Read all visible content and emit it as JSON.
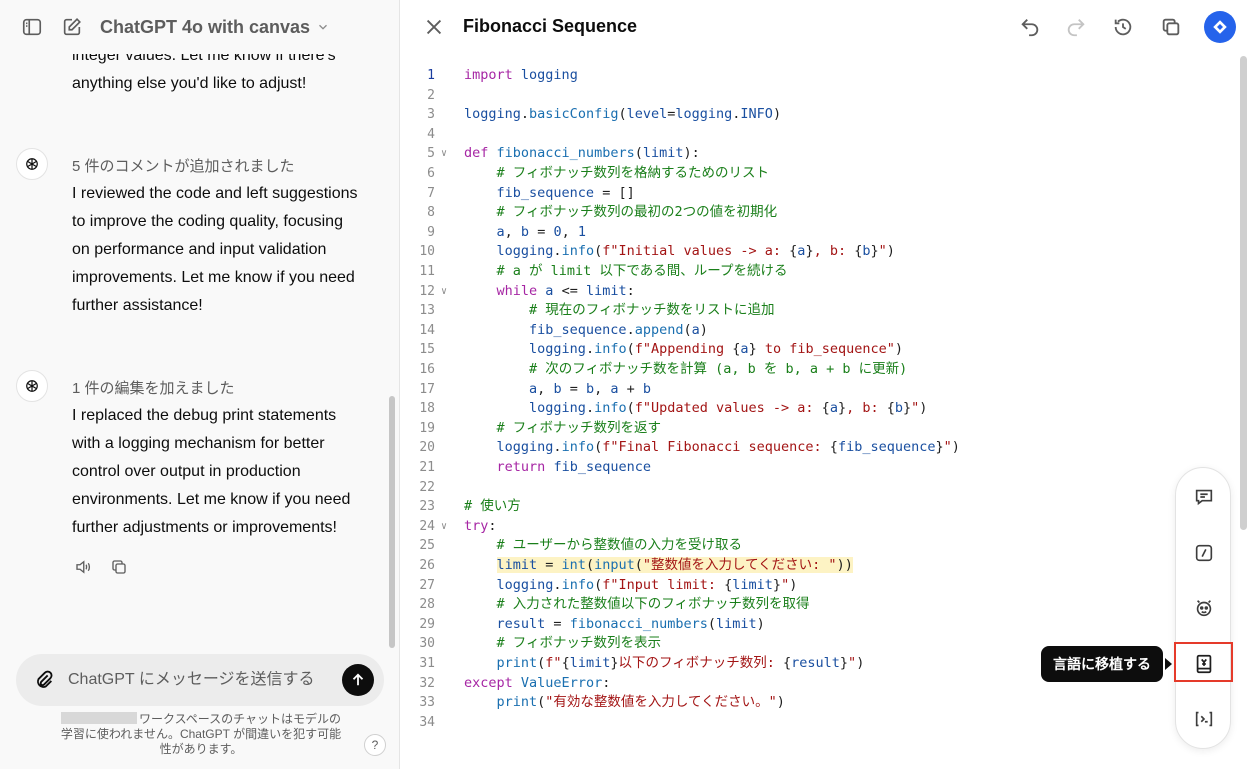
{
  "header": {
    "model_title": "ChatGPT 4o with canvas"
  },
  "chat": {
    "messages": [
      {
        "lines": [
          "integer values. Let me know if there's",
          "anything else you'd like to adjust!"
        ]
      },
      {
        "header": "5 件のコメントが追加されました",
        "lines": [
          "I reviewed the code and left suggestions",
          "to improve the coding quality, focusing",
          "on performance and input validation",
          "improvements. Let me know if you need",
          "further assistance!"
        ]
      },
      {
        "header": "1 件の編集を加えました",
        "lines": [
          "I replaced the debug print statements",
          "with a logging mechanism for better",
          "control over output in production",
          "environments. Let me know if you need",
          "further adjustments or improvements!"
        ]
      }
    ]
  },
  "composer": {
    "placeholder": "ChatGPT にメッセージを送信する"
  },
  "disclaimer": "ワークスペースのチャットはモデルの学習に使われません。ChatGPT が間違いを犯す可能性があります。",
  "help_label": "?",
  "canvas": {
    "title": "Fibonacci Sequence"
  },
  "code": {
    "active_line": 1,
    "highlight_line": 26,
    "fold_lines": [
      5,
      12,
      24
    ],
    "colors": {
      "keyword": "#a626a4",
      "func": "#1a6fb0",
      "string": "#a31515",
      "comment": "#1a7f1a",
      "var": "#1a4fa0",
      "text": "#1f1f1f",
      "const": "#1a4fa0"
    },
    "lines": [
      [
        [
          "keyword",
          "import"
        ],
        [
          "text",
          " "
        ],
        [
          "var",
          "logging"
        ]
      ],
      [],
      [
        [
          "var",
          "logging"
        ],
        [
          "text",
          "."
        ],
        [
          "func",
          "basicConfig"
        ],
        [
          "text",
          "("
        ],
        [
          "var",
          "level"
        ],
        [
          "text",
          "="
        ],
        [
          "var",
          "logging"
        ],
        [
          "text",
          "."
        ],
        [
          "const",
          "INFO"
        ],
        [
          "text",
          ")"
        ]
      ],
      [],
      [
        [
          "keyword",
          "def"
        ],
        [
          "text",
          " "
        ],
        [
          "func",
          "fibonacci_numbers"
        ],
        [
          "text",
          "("
        ],
        [
          "var",
          "limit"
        ],
        [
          "text",
          "):"
        ]
      ],
      [
        [
          "text",
          "    "
        ],
        [
          "comment",
          "# フィボナッチ数列を格納するためのリスト"
        ]
      ],
      [
        [
          "text",
          "    "
        ],
        [
          "var",
          "fib_sequence"
        ],
        [
          "text",
          " = []"
        ]
      ],
      [
        [
          "text",
          "    "
        ],
        [
          "comment",
          "# フィボナッチ数列の最初の2つの値を初期化"
        ]
      ],
      [
        [
          "text",
          "    "
        ],
        [
          "var",
          "a"
        ],
        [
          "text",
          ", "
        ],
        [
          "var",
          "b"
        ],
        [
          "text",
          " = "
        ],
        [
          "var",
          "0"
        ],
        [
          "text",
          ", "
        ],
        [
          "var",
          "1"
        ]
      ],
      [
        [
          "text",
          "    "
        ],
        [
          "var",
          "logging"
        ],
        [
          "text",
          "."
        ],
        [
          "func",
          "info"
        ],
        [
          "text",
          "("
        ],
        [
          "string",
          "f\"Initial values -> a: "
        ],
        [
          "text",
          "{"
        ],
        [
          "var",
          "a"
        ],
        [
          "text",
          "}"
        ],
        [
          "string",
          ", b: "
        ],
        [
          "text",
          "{"
        ],
        [
          "var",
          "b"
        ],
        [
          "text",
          "}"
        ],
        [
          "string",
          "\""
        ],
        [
          "text",
          ")"
        ]
      ],
      [
        [
          "text",
          "    "
        ],
        [
          "comment",
          "# a が limit 以下である間、ループを続ける"
        ]
      ],
      [
        [
          "text",
          "    "
        ],
        [
          "keyword",
          "while"
        ],
        [
          "text",
          " "
        ],
        [
          "var",
          "a"
        ],
        [
          "text",
          " <= "
        ],
        [
          "var",
          "limit"
        ],
        [
          "text",
          ":"
        ]
      ],
      [
        [
          "text",
          "        "
        ],
        [
          "comment",
          "# 現在のフィボナッチ数をリストに追加"
        ]
      ],
      [
        [
          "text",
          "        "
        ],
        [
          "var",
          "fib_sequence"
        ],
        [
          "text",
          "."
        ],
        [
          "func",
          "append"
        ],
        [
          "text",
          "("
        ],
        [
          "var",
          "a"
        ],
        [
          "text",
          ")"
        ]
      ],
      [
        [
          "text",
          "        "
        ],
        [
          "var",
          "logging"
        ],
        [
          "text",
          "."
        ],
        [
          "func",
          "info"
        ],
        [
          "text",
          "("
        ],
        [
          "string",
          "f\"Appending "
        ],
        [
          "text",
          "{"
        ],
        [
          "var",
          "a"
        ],
        [
          "text",
          "}"
        ],
        [
          "string",
          " to fib_sequence\""
        ],
        [
          "text",
          ")"
        ]
      ],
      [
        [
          "text",
          "        "
        ],
        [
          "comment",
          "# 次のフィボナッチ数を計算 (a, b を b, a + b に更新)"
        ]
      ],
      [
        [
          "text",
          "        "
        ],
        [
          "var",
          "a"
        ],
        [
          "text",
          ", "
        ],
        [
          "var",
          "b"
        ],
        [
          "text",
          " = "
        ],
        [
          "var",
          "b"
        ],
        [
          "text",
          ", "
        ],
        [
          "var",
          "a"
        ],
        [
          "text",
          " + "
        ],
        [
          "var",
          "b"
        ]
      ],
      [
        [
          "text",
          "        "
        ],
        [
          "var",
          "logging"
        ],
        [
          "text",
          "."
        ],
        [
          "func",
          "info"
        ],
        [
          "text",
          "("
        ],
        [
          "string",
          "f\"Updated values -> a: "
        ],
        [
          "text",
          "{"
        ],
        [
          "var",
          "a"
        ],
        [
          "text",
          "}"
        ],
        [
          "string",
          ", b: "
        ],
        [
          "text",
          "{"
        ],
        [
          "var",
          "b"
        ],
        [
          "text",
          "}"
        ],
        [
          "string",
          "\""
        ],
        [
          "text",
          ")"
        ]
      ],
      [
        [
          "text",
          "    "
        ],
        [
          "comment",
          "# フィボナッチ数列を返す"
        ]
      ],
      [
        [
          "text",
          "    "
        ],
        [
          "var",
          "logging"
        ],
        [
          "text",
          "."
        ],
        [
          "func",
          "info"
        ],
        [
          "text",
          "("
        ],
        [
          "string",
          "f\"Final Fibonacci sequence: "
        ],
        [
          "text",
          "{"
        ],
        [
          "var",
          "fib_sequence"
        ],
        [
          "text",
          "}"
        ],
        [
          "string",
          "\""
        ],
        [
          "text",
          ")"
        ]
      ],
      [
        [
          "text",
          "    "
        ],
        [
          "keyword",
          "return"
        ],
        [
          "text",
          " "
        ],
        [
          "var",
          "fib_sequence"
        ]
      ],
      [],
      [
        [
          "comment",
          "# 使い方"
        ]
      ],
      [
        [
          "keyword",
          "try"
        ],
        [
          "text",
          ":"
        ]
      ],
      [
        [
          "text",
          "    "
        ],
        [
          "comment",
          "# ユーザーから整数値の入力を受け取る"
        ]
      ],
      [
        [
          "text",
          "    "
        ],
        [
          "var",
          "limit"
        ],
        [
          "text",
          " = "
        ],
        [
          "func",
          "int"
        ],
        [
          "text",
          "("
        ],
        [
          "func",
          "input"
        ],
        [
          "text",
          "("
        ],
        [
          "string",
          "\"整数値を入力してください: \""
        ],
        [
          "text",
          "))"
        ]
      ],
      [
        [
          "text",
          "    "
        ],
        [
          "var",
          "logging"
        ],
        [
          "text",
          "."
        ],
        [
          "func",
          "info"
        ],
        [
          "text",
          "("
        ],
        [
          "string",
          "f\"Input limit: "
        ],
        [
          "text",
          "{"
        ],
        [
          "var",
          "limit"
        ],
        [
          "text",
          "}"
        ],
        [
          "string",
          "\""
        ],
        [
          "text",
          ")"
        ]
      ],
      [
        [
          "text",
          "    "
        ],
        [
          "comment",
          "# 入力された整数値以下のフィボナッチ数列を取得"
        ]
      ],
      [
        [
          "text",
          "    "
        ],
        [
          "var",
          "result"
        ],
        [
          "text",
          " = "
        ],
        [
          "func",
          "fibonacci_numbers"
        ],
        [
          "text",
          "("
        ],
        [
          "var",
          "limit"
        ],
        [
          "text",
          ")"
        ]
      ],
      [
        [
          "text",
          "    "
        ],
        [
          "comment",
          "# フィボナッチ数列を表示"
        ]
      ],
      [
        [
          "text",
          "    "
        ],
        [
          "func",
          "print"
        ],
        [
          "text",
          "("
        ],
        [
          "string",
          "f\""
        ],
        [
          "text",
          "{"
        ],
        [
          "var",
          "limit"
        ],
        [
          "text",
          "}"
        ],
        [
          "string",
          "以下のフィボナッチ数列: "
        ],
        [
          "text",
          "{"
        ],
        [
          "var",
          "result"
        ],
        [
          "text",
          "}"
        ],
        [
          "string",
          "\""
        ],
        [
          "text",
          ")"
        ]
      ],
      [
        [
          "keyword",
          "except"
        ],
        [
          "text",
          " "
        ],
        [
          "func",
          "ValueError"
        ],
        [
          "text",
          ":"
        ]
      ],
      [
        [
          "text",
          "    "
        ],
        [
          "func",
          "print"
        ],
        [
          "text",
          "("
        ],
        [
          "string",
          "\"有効な整数値を入力してください。\""
        ],
        [
          "text",
          ")"
        ]
      ],
      []
    ]
  },
  "toolbar": {
    "tooltip": "言語に移植する"
  }
}
